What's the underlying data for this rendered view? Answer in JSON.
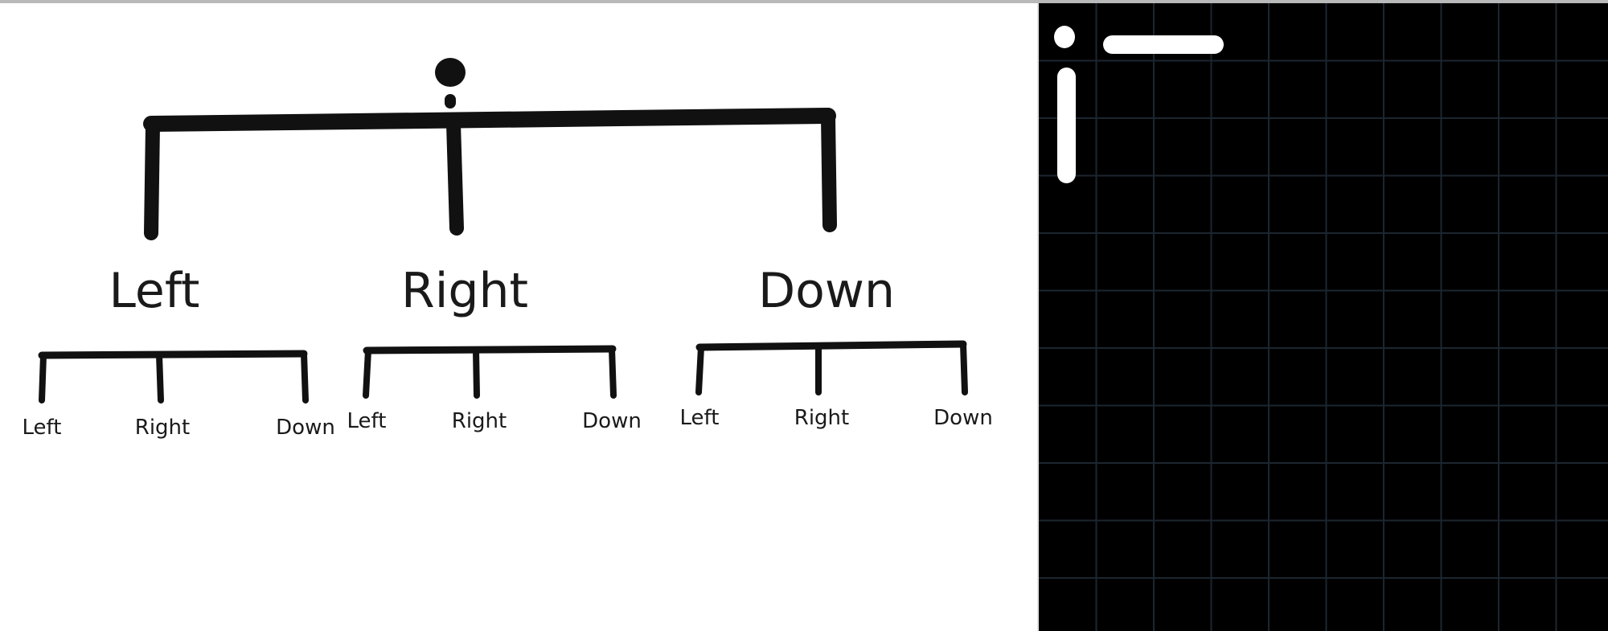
{
  "tree": {
    "root": {
      "children": [
        {
          "label": "Left",
          "children": [
            "Left",
            "Right",
            "Down"
          ]
        },
        {
          "label": "Right",
          "children": [
            "Left",
            "Right",
            "Down"
          ]
        },
        {
          "label": "Down",
          "children": [
            "Left",
            "Right",
            "Down"
          ]
        }
      ]
    },
    "colors": {
      "stroke": "#111111",
      "text": "#1a1a1a"
    }
  },
  "grid_view": {
    "colors": {
      "background": "#000000",
      "grid_line": "#1c2630",
      "agent": "#ffffff"
    }
  }
}
